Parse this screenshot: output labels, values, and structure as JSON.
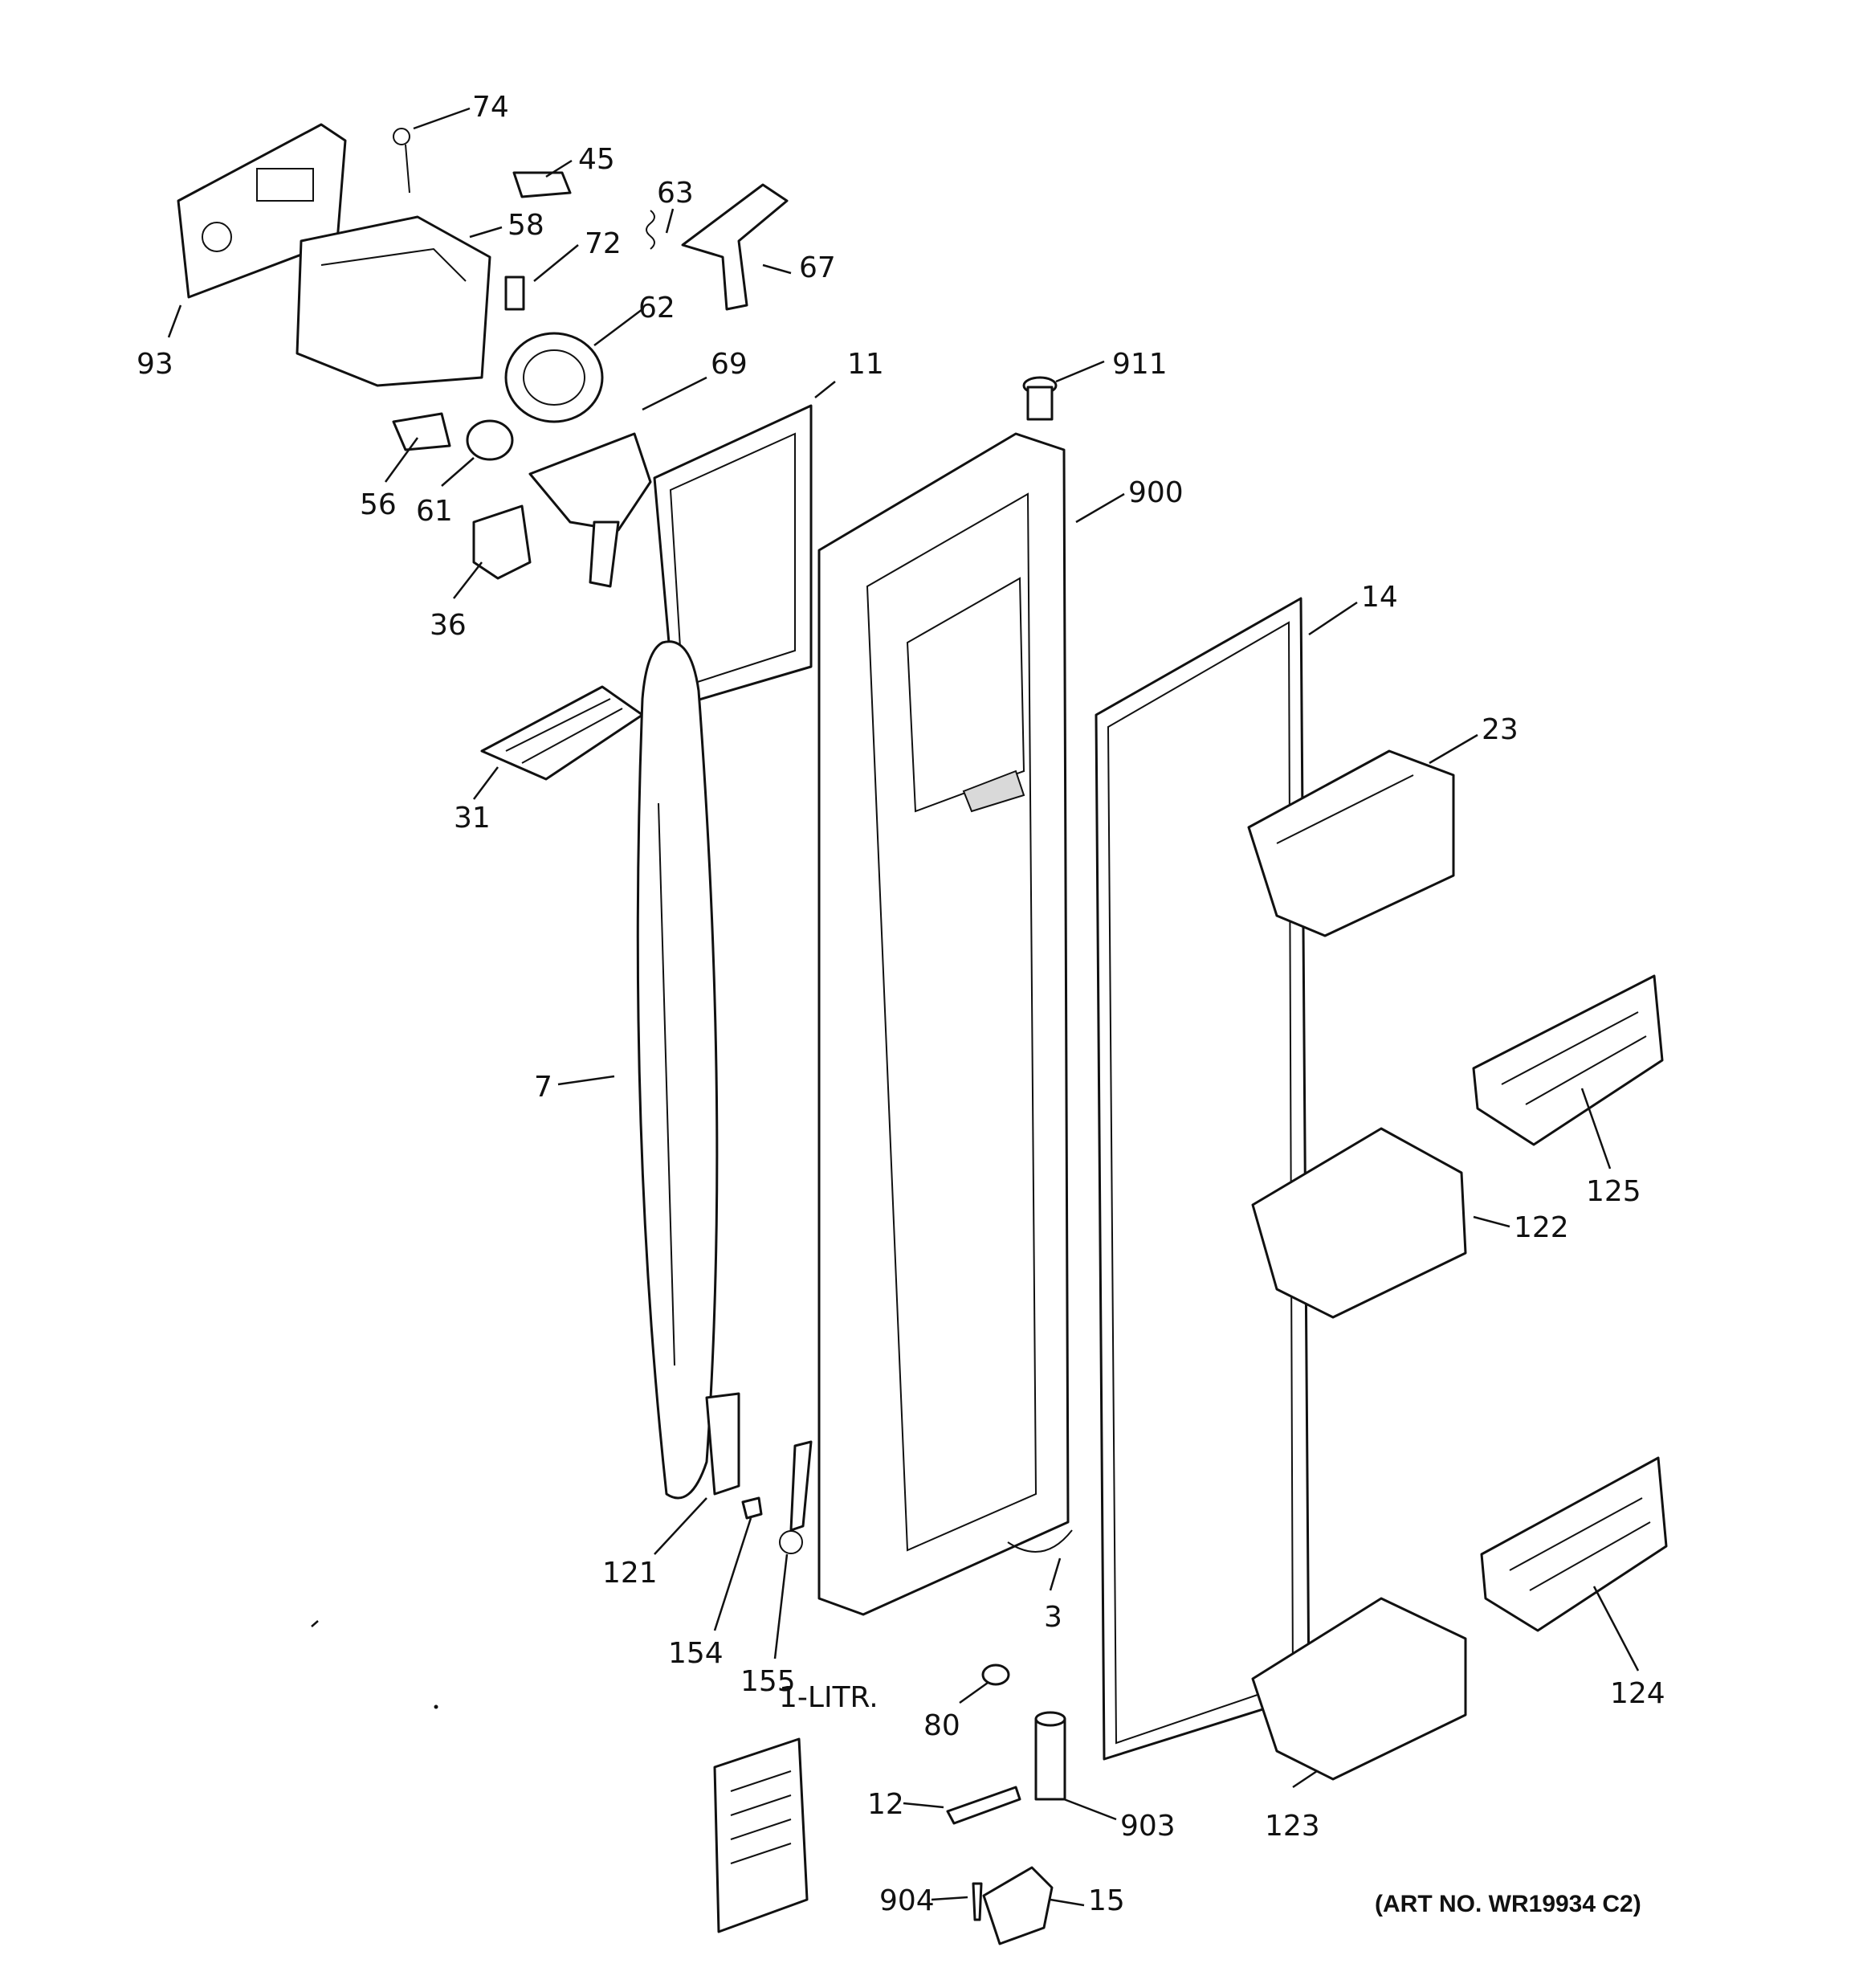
{
  "callouts": {
    "c74": "74",
    "c45": "45",
    "c63": "63",
    "c58": "58",
    "c72": "72",
    "c67": "67",
    "c93": "93",
    "c62": "62",
    "c69": "69",
    "c11": "11",
    "c911": "911",
    "c56": "56",
    "c61": "61",
    "c900": "900",
    "c36": "36",
    "c14": "14",
    "c23": "23",
    "c31": "31",
    "c7": "7",
    "c125": "125",
    "c122": "122",
    "c121": "121",
    "c154": "154",
    "c3": "3",
    "c155": "155",
    "c1litr": "1-LITR.",
    "c80": "80",
    "c124": "124",
    "c12": "12",
    "c903": "903",
    "c123": "123",
    "c904": "904",
    "c15": "15"
  },
  "art_number": "(ART NO. WR19934 C2)"
}
